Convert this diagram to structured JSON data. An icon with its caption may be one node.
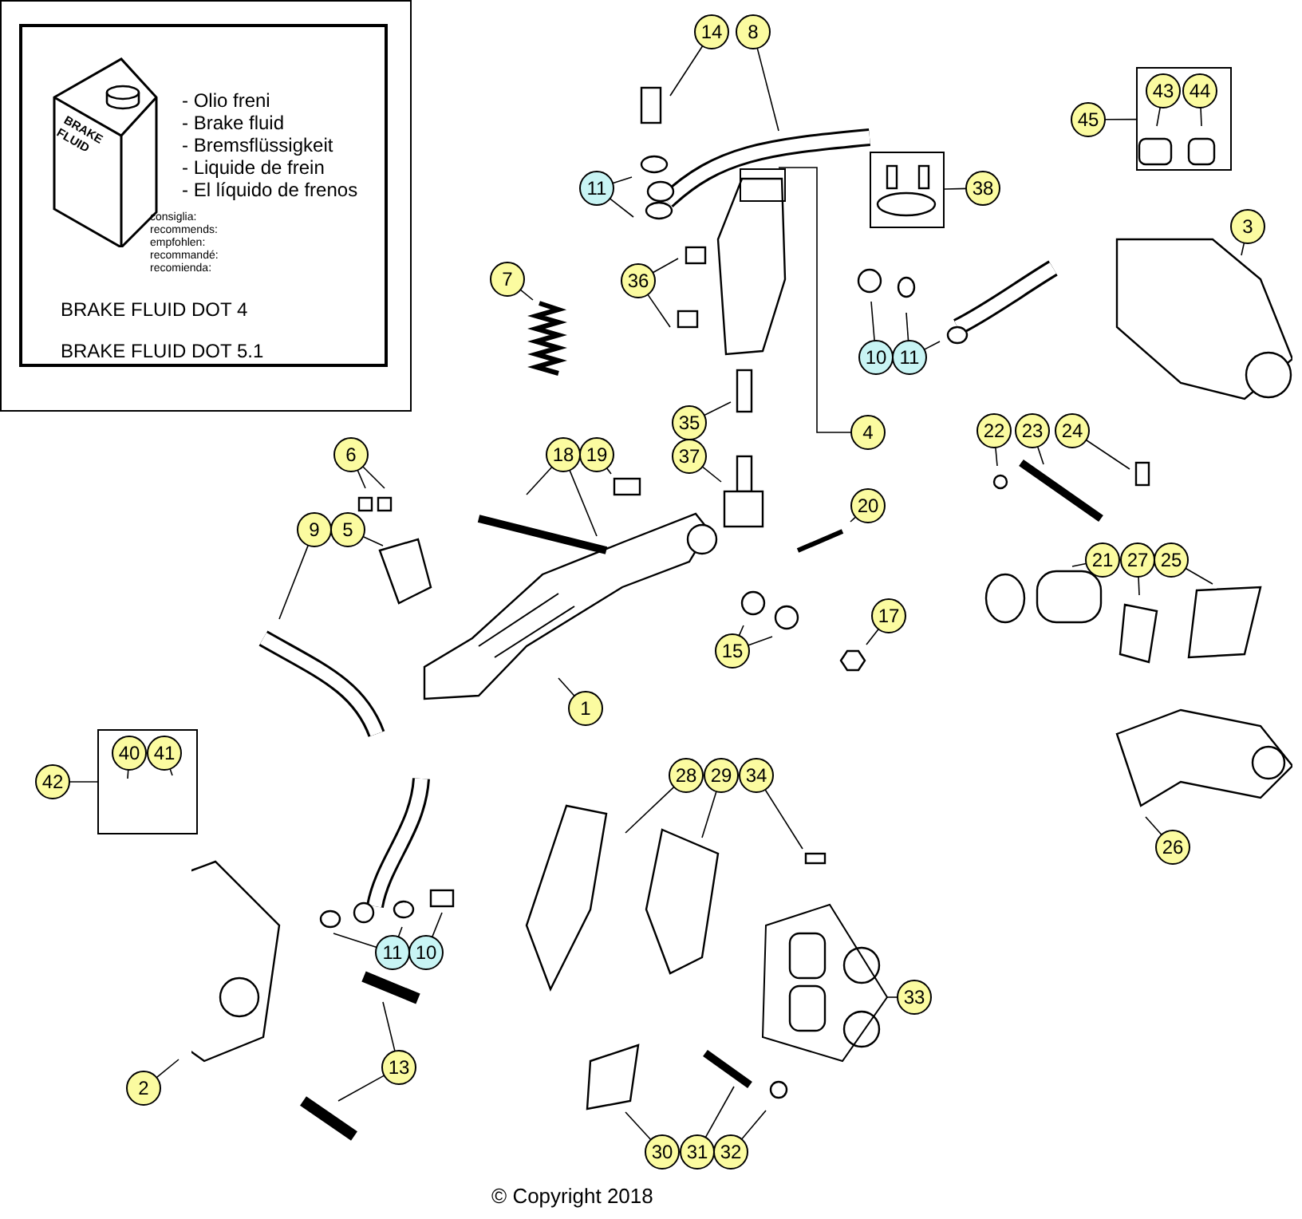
{
  "diagram": {
    "nodes": [
      {
        "text": [
          "BRAKE FLUID",
          "- Olio freni",
          "- Brake fluid",
          "- Bremsflüssigkeit",
          "- Liquide de frein",
          "- El líquido de frenos",
          "consiglia:",
          "recommends:",
          "empfohlen:",
          "recommandé:",
          "recomienda:",
          "BRAKE FLUID DOT 4",
          "BRAKE FLUID DOT 5.1"
        ]
      },
      {
        "text": [
          "14"
        ]
      },
      {
        "text": [
          "8"
        ]
      },
      {
        "text": [],
        "shape": "box"
      },
      {
        "text": [
          "43"
        ],
        "in": 3
      },
      {
        "text": [
          "44"
        ],
        "in": 3
      },
      {
        "text": [
          "45"
        ]
      },
      {
        "text": [
          "11"
        ]
      },
      {
        "text": [],
        "shape": "box"
      },
      {
        "text": [
          "38"
        ]
      },
      {
        "text": [
          "3"
        ]
      },
      {
        "text": [
          "7"
        ]
      },
      {
        "text": [
          "36"
        ]
      },
      {
        "text": [
          "10"
        ]
      },
      {
        "text": [
          "11"
        ]
      },
      {
        "text": [
          "35"
        ]
      },
      {
        "text": [
          "4"
        ]
      },
      {
        "text": [
          "22"
        ]
      },
      {
        "text": [
          "23"
        ]
      },
      {
        "text": [
          "24"
        ]
      },
      {
        "text": [
          "6"
        ]
      },
      {
        "text": [
          "18"
        ]
      },
      {
        "text": [
          "19"
        ]
      },
      {
        "text": [
          "37"
        ]
      },
      {
        "text": [
          "20"
        ]
      },
      {
        "text": [
          "9"
        ]
      },
      {
        "text": [
          "5"
        ]
      },
      {
        "text": [
          "21"
        ]
      },
      {
        "text": [
          "27"
        ]
      },
      {
        "text": [
          "25"
        ]
      },
      {
        "text": [
          "17"
        ]
      },
      {
        "text": [
          "15"
        ]
      },
      {
        "text": [
          "1"
        ]
      },
      {
        "text": [],
        "shape": "box"
      },
      {
        "text": [
          "40"
        ],
        "in": 33
      },
      {
        "text": [
          "41"
        ],
        "in": 33
      },
      {
        "text": [
          "42"
        ]
      },
      {
        "text": [
          "28"
        ]
      },
      {
        "text": [
          "29"
        ]
      },
      {
        "text": [
          "34"
        ]
      },
      {
        "text": [
          "26"
        ]
      },
      {
        "text": [
          "11"
        ]
      },
      {
        "text": [
          "10"
        ]
      },
      {
        "text": [
          "33"
        ]
      },
      {
        "text": [
          "13"
        ]
      },
      {
        "text": [
          "2"
        ]
      },
      {
        "text": [
          "30"
        ]
      },
      {
        "text": [
          "31"
        ]
      },
      {
        "text": [
          "32"
        ]
      }
    ],
    "edges": [
      {
        "from": 1,
        "to": null,
        "arrow": "none"
      },
      {
        "from": 2,
        "to": null,
        "arrow": "none"
      },
      {
        "from": 4,
        "to": null,
        "arrow": "none"
      },
      {
        "from": 5,
        "to": null,
        "arrow": "none"
      },
      {
        "from": 6,
        "to": 3,
        "arrow": "none"
      },
      {
        "from": 7,
        "to": null,
        "arrow": "none"
      },
      {
        "from": 7,
        "to": null,
        "arrow": "none"
      },
      {
        "from": 9,
        "to": 8,
        "arrow": "none"
      },
      {
        "from": 10,
        "to": null,
        "arrow": "none"
      },
      {
        "from": 11,
        "to": null,
        "arrow": "none"
      },
      {
        "from": 12,
        "to": null,
        "arrow": "none"
      },
      {
        "from": 12,
        "to": null,
        "arrow": "none"
      },
      {
        "from": 13,
        "to": null,
        "arrow": "none"
      },
      {
        "from": 14,
        "to": null,
        "arrow": "none"
      },
      {
        "from": 14,
        "to": null,
        "arrow": "none"
      },
      {
        "from": 15,
        "to": null,
        "arrow": "none"
      },
      {
        "from": 16,
        "to": null,
        "arrow": "none"
      },
      {
        "from": 17,
        "to": null,
        "arrow": "none"
      },
      {
        "from": 18,
        "to": null,
        "arrow": "none"
      },
      {
        "from": 19,
        "to": null,
        "arrow": "none"
      },
      {
        "from": 20,
        "to": null,
        "arrow": "none"
      },
      {
        "from": 20,
        "to": null,
        "arrow": "none"
      },
      {
        "from": 21,
        "to": null,
        "arrow": "none"
      },
      {
        "from": 21,
        "to": null,
        "arrow": "none"
      },
      {
        "from": 22,
        "to": null,
        "arrow": "none"
      },
      {
        "from": 23,
        "to": null,
        "arrow": "none"
      },
      {
        "from": 24,
        "to": null,
        "arrow": "none"
      },
      {
        "from": 25,
        "to": null,
        "arrow": "none"
      },
      {
        "from": 26,
        "to": null,
        "arrow": "none"
      },
      {
        "from": 27,
        "to": null,
        "arrow": "none"
      },
      {
        "from": 28,
        "to": null,
        "arrow": "none"
      },
      {
        "from": 29,
        "to": null,
        "arrow": "none"
      },
      {
        "from": 30,
        "to": null,
        "arrow": "none"
      },
      {
        "from": 31,
        "to": null,
        "arrow": "none"
      },
      {
        "from": 31,
        "to": null,
        "arrow": "none"
      },
      {
        "from": 32,
        "to": null,
        "arrow": "none"
      },
      {
        "from": 34,
        "to": null,
        "arrow": "none"
      },
      {
        "from": 35,
        "to": null,
        "arrow": "none"
      },
      {
        "from": 36,
        "to": 33,
        "arrow": "none"
      },
      {
        "from": 37,
        "to": null,
        "arrow": "none"
      },
      {
        "from": 38,
        "to": null,
        "arrow": "none"
      },
      {
        "from": 39,
        "to": null,
        "arrow": "none"
      },
      {
        "from": 40,
        "to": null,
        "arrow": "none"
      },
      {
        "from": 41,
        "to": null,
        "arrow": "none"
      },
      {
        "from": 41,
        "to": null,
        "arrow": "none"
      },
      {
        "from": 42,
        "to": null,
        "arrow": "none"
      },
      {
        "from": 43,
        "to": null,
        "arrow": "none"
      },
      {
        "from": 44,
        "to": null,
        "arrow": "none"
      },
      {
        "from": 44,
        "to": null,
        "arrow": "none"
      },
      {
        "from": 45,
        "to": null,
        "arrow": "none"
      },
      {
        "from": 46,
        "to": null,
        "arrow": "none"
      },
      {
        "from": 47,
        "to": null,
        "arrow": "none"
      },
      {
        "from": 48,
        "to": null,
        "arrow": "none"
      }
    ],
    "labels": [
      "© Copyright 2018"
    ]
  }
}
